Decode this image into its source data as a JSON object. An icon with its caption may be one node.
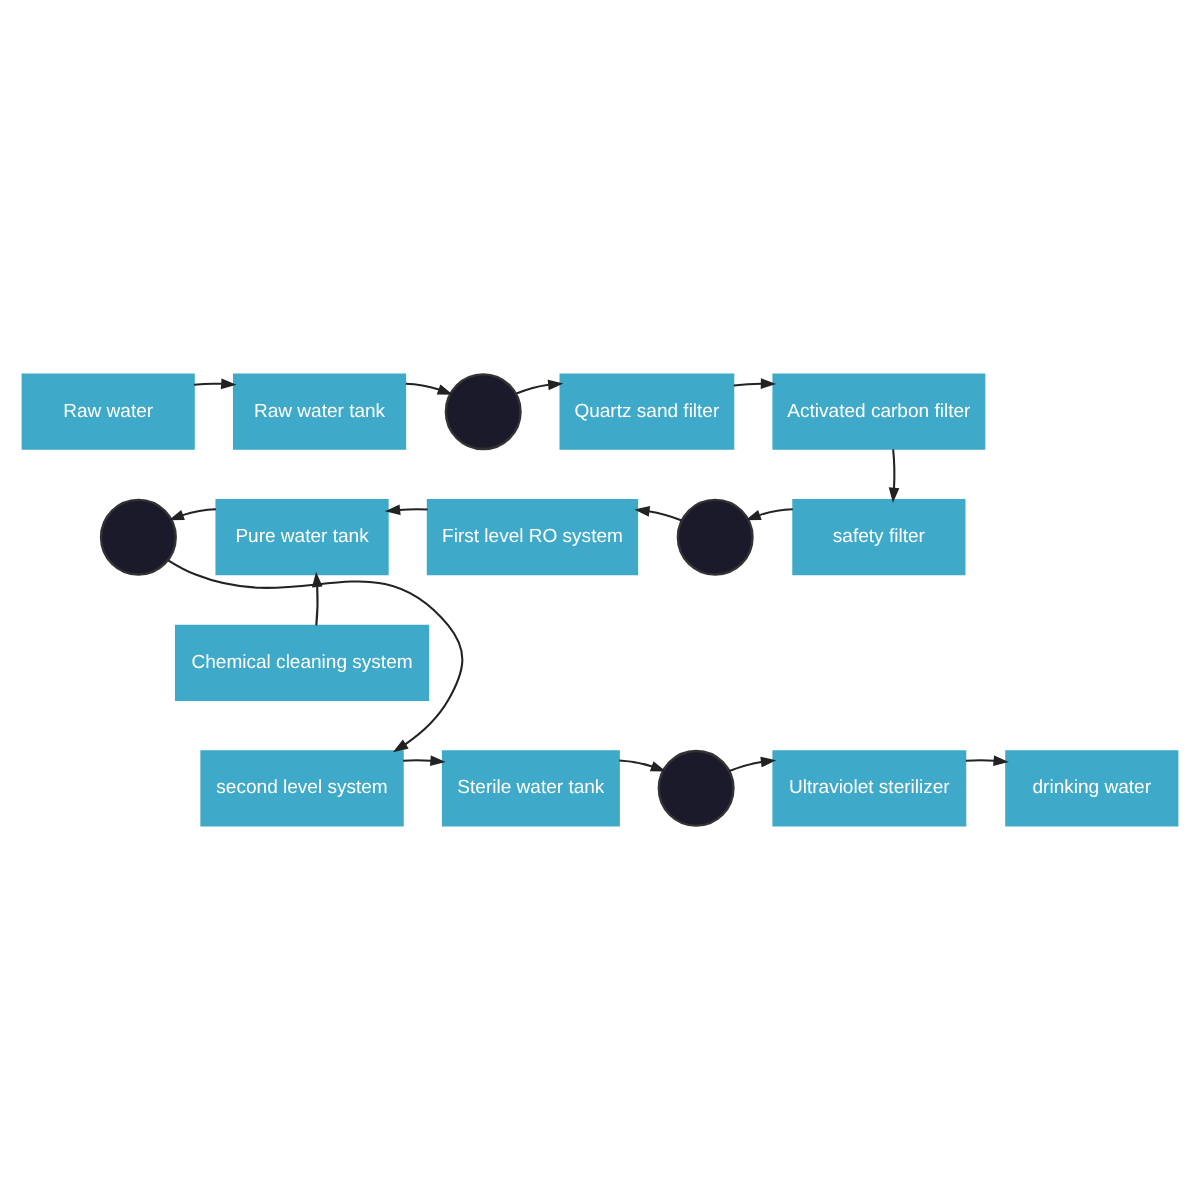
{
  "diagram": {
    "nodes": [
      {
        "text": [
          "Raw water"
        ]
      },
      {
        "text": [
          "Raw water tank"
        ]
      },
      {
        "text": [],
        "shape": "circle"
      },
      {
        "text": [
          "Quartz sand filter"
        ]
      },
      {
        "text": [
          "Activated carbon filter"
        ]
      },
      {
        "text": [],
        "shape": "circle"
      },
      {
        "text": [
          "Pure water tank"
        ]
      },
      {
        "text": [
          "First level RO system"
        ]
      },
      {
        "text": [],
        "shape": "circle"
      },
      {
        "text": [
          "safety filter"
        ]
      },
      {
        "text": [
          "Chemical cleaning system"
        ]
      },
      {
        "text": [
          "second level system"
        ]
      },
      {
        "text": [
          "Sterile water tank"
        ]
      },
      {
        "text": [],
        "shape": "circle"
      },
      {
        "text": [
          "Ultraviolet sterilizer"
        ]
      },
      {
        "text": [
          "drinking water"
        ]
      }
    ],
    "edges": [
      {
        "from": 0,
        "to": 1,
        "arrow": "to"
      },
      {
        "from": 1,
        "to": 2,
        "arrow": "to"
      },
      {
        "from": 2,
        "to": 3,
        "arrow": "to"
      },
      {
        "from": 3,
        "to": 4,
        "arrow": "to"
      },
      {
        "from": 4,
        "to": 9,
        "arrow": "to"
      },
      {
        "from": 9,
        "to": 8,
        "arrow": "to"
      },
      {
        "from": 8,
        "to": 7,
        "arrow": "to"
      },
      {
        "from": 7,
        "to": 6,
        "arrow": "to"
      },
      {
        "from": 10,
        "to": 6,
        "arrow": "to"
      },
      {
        "from": 6,
        "to": 5,
        "arrow": "to"
      },
      {
        "from": 5,
        "to": 11,
        "arrow": "to"
      },
      {
        "from": 11,
        "to": 12,
        "arrow": "to"
      },
      {
        "from": 12,
        "to": 13,
        "arrow": "to"
      },
      {
        "from": 13,
        "to": 14,
        "arrow": "to"
      },
      {
        "from": 14,
        "to": 15,
        "arrow": "to"
      }
    ]
  }
}
